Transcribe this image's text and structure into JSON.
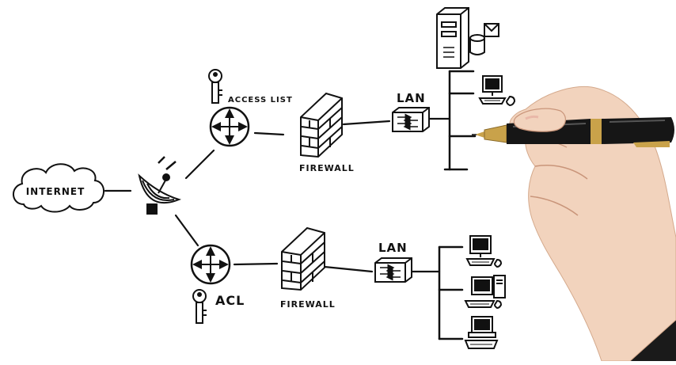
{
  "labels": {
    "internet": "INTERNET",
    "access_list": "ACCESS LIST",
    "acl": "ACL",
    "firewall_top": "FIREWALL",
    "firewall_bottom": "FIREWALL",
    "lan_top": "LAN",
    "lan_bottom": "LAN"
  },
  "colors": {
    "ink": "#111111",
    "background": "#ffffff",
    "skin": "#f2d3bd",
    "pen_body": "#161616",
    "pen_gold": "#c9a24a"
  },
  "icons": [
    "cloud",
    "satellite-dish",
    "router",
    "key",
    "firewall-brick-wall",
    "switch",
    "server",
    "database",
    "envelope",
    "desktop-computer",
    "hand-with-pen"
  ]
}
